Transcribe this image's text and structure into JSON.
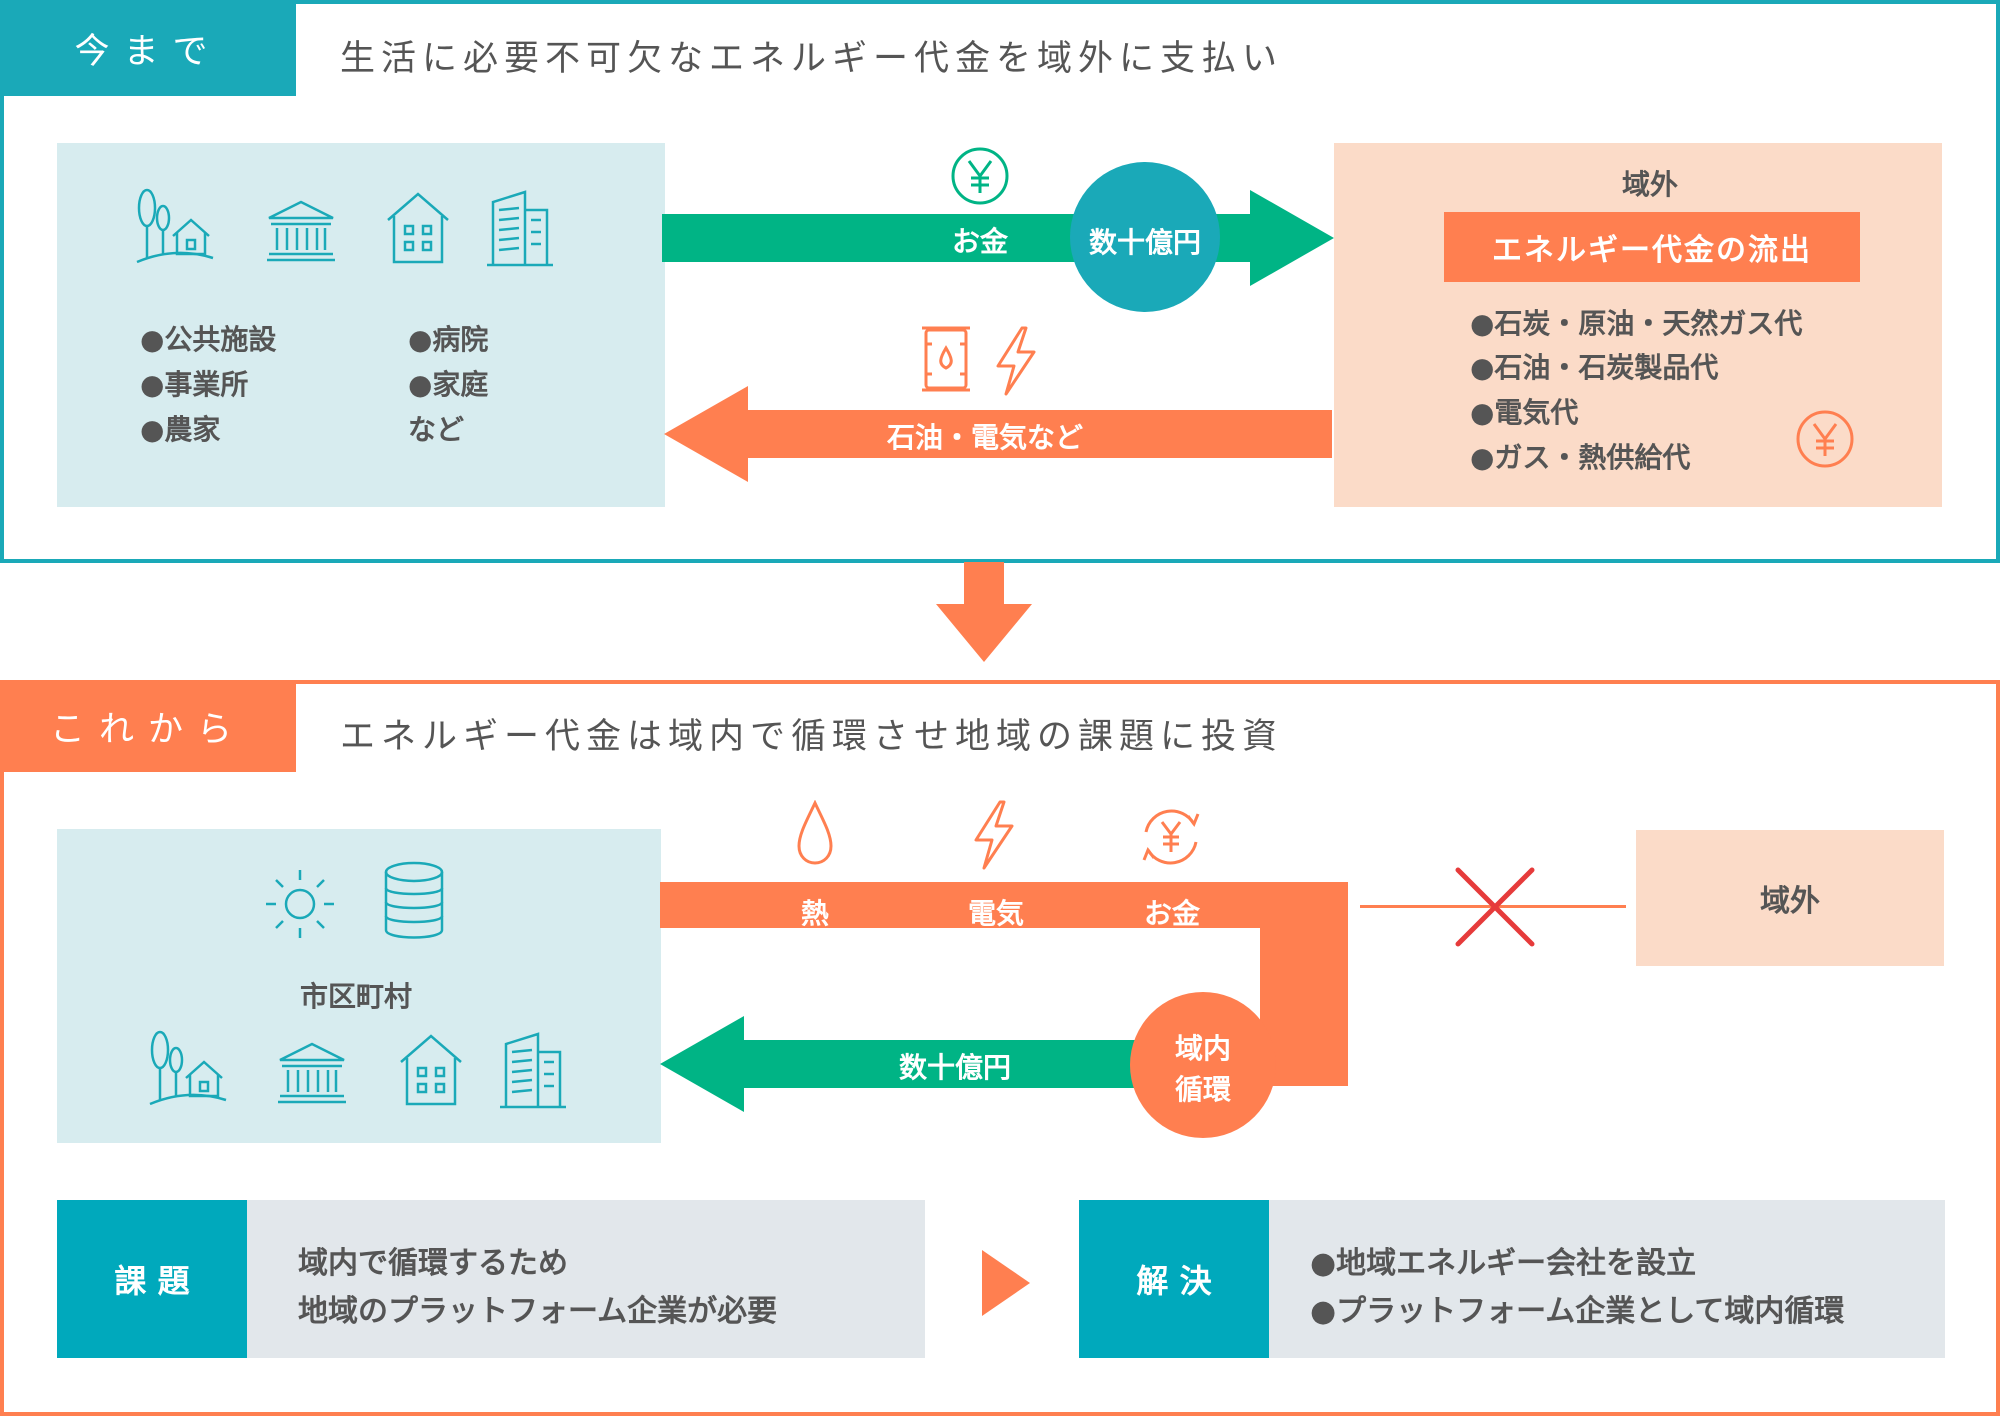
{
  "colors": {
    "teal": "#1aa9b8",
    "orange": "#ff7f50",
    "green": "#00b485",
    "light_blue": "#d7ecef",
    "peach": "#fbdbc8",
    "light_gray": "#e2e7eb",
    "cross_red": "#e63b3b",
    "text_gray": "#555555"
  },
  "before": {
    "tag": "今まで",
    "headline": "生活に必要不可欠なエネルギー代金を域外に支払い",
    "left_items": [
      "●公共施設",
      "●病院",
      "●事業所",
      "●家庭",
      "●農家",
      "など"
    ],
    "left_icons": [
      "tree-house-icon",
      "public-building-icon",
      "house-icon",
      "office-building-icon"
    ],
    "money_arrow": {
      "icon": "yen-icon",
      "label": "お金",
      "amount": "数十億円"
    },
    "goods_arrow": {
      "icons": [
        "oil-drum-icon",
        "lightning-icon"
      ],
      "label": "石油・電気など"
    },
    "outside": {
      "title": "域外",
      "banner": "エネルギー代金の流出",
      "items": [
        "●石炭・原油・天然ガス代",
        "●石油・石炭製品代",
        "●電気代",
        "●ガス・熱供給代"
      ],
      "icon": "yen-icon"
    }
  },
  "after": {
    "tag": "これから",
    "headline": "エネルギー代金は域内で循環させ地域の課題に投資",
    "left_icons_top": [
      "sun-icon",
      "storage-tank-icon"
    ],
    "left_label": "市区町村",
    "left_icons_bottom": [
      "tree-house-icon",
      "public-building-icon",
      "house-icon",
      "office-building-icon"
    ],
    "flow_items": [
      {
        "icon": "drop-icon",
        "label": "熱"
      },
      {
        "icon": "lightning-icon",
        "label": "電気"
      },
      {
        "icon": "yen-cycle-icon",
        "label": "お金"
      }
    ],
    "return_label": "数十億円",
    "circle_line1": "域内",
    "circle_line2": "循環",
    "outside_label": "域外",
    "issue": {
      "tag": "課 題",
      "lines": [
        "域内で循環するため",
        "地域のプラットフォーム企業が必要"
      ]
    },
    "solution": {
      "tag": "解 決",
      "lines": [
        "●地域エネルギー会社を設立",
        "●プラットフォーム企業として域内循環"
      ]
    }
  }
}
